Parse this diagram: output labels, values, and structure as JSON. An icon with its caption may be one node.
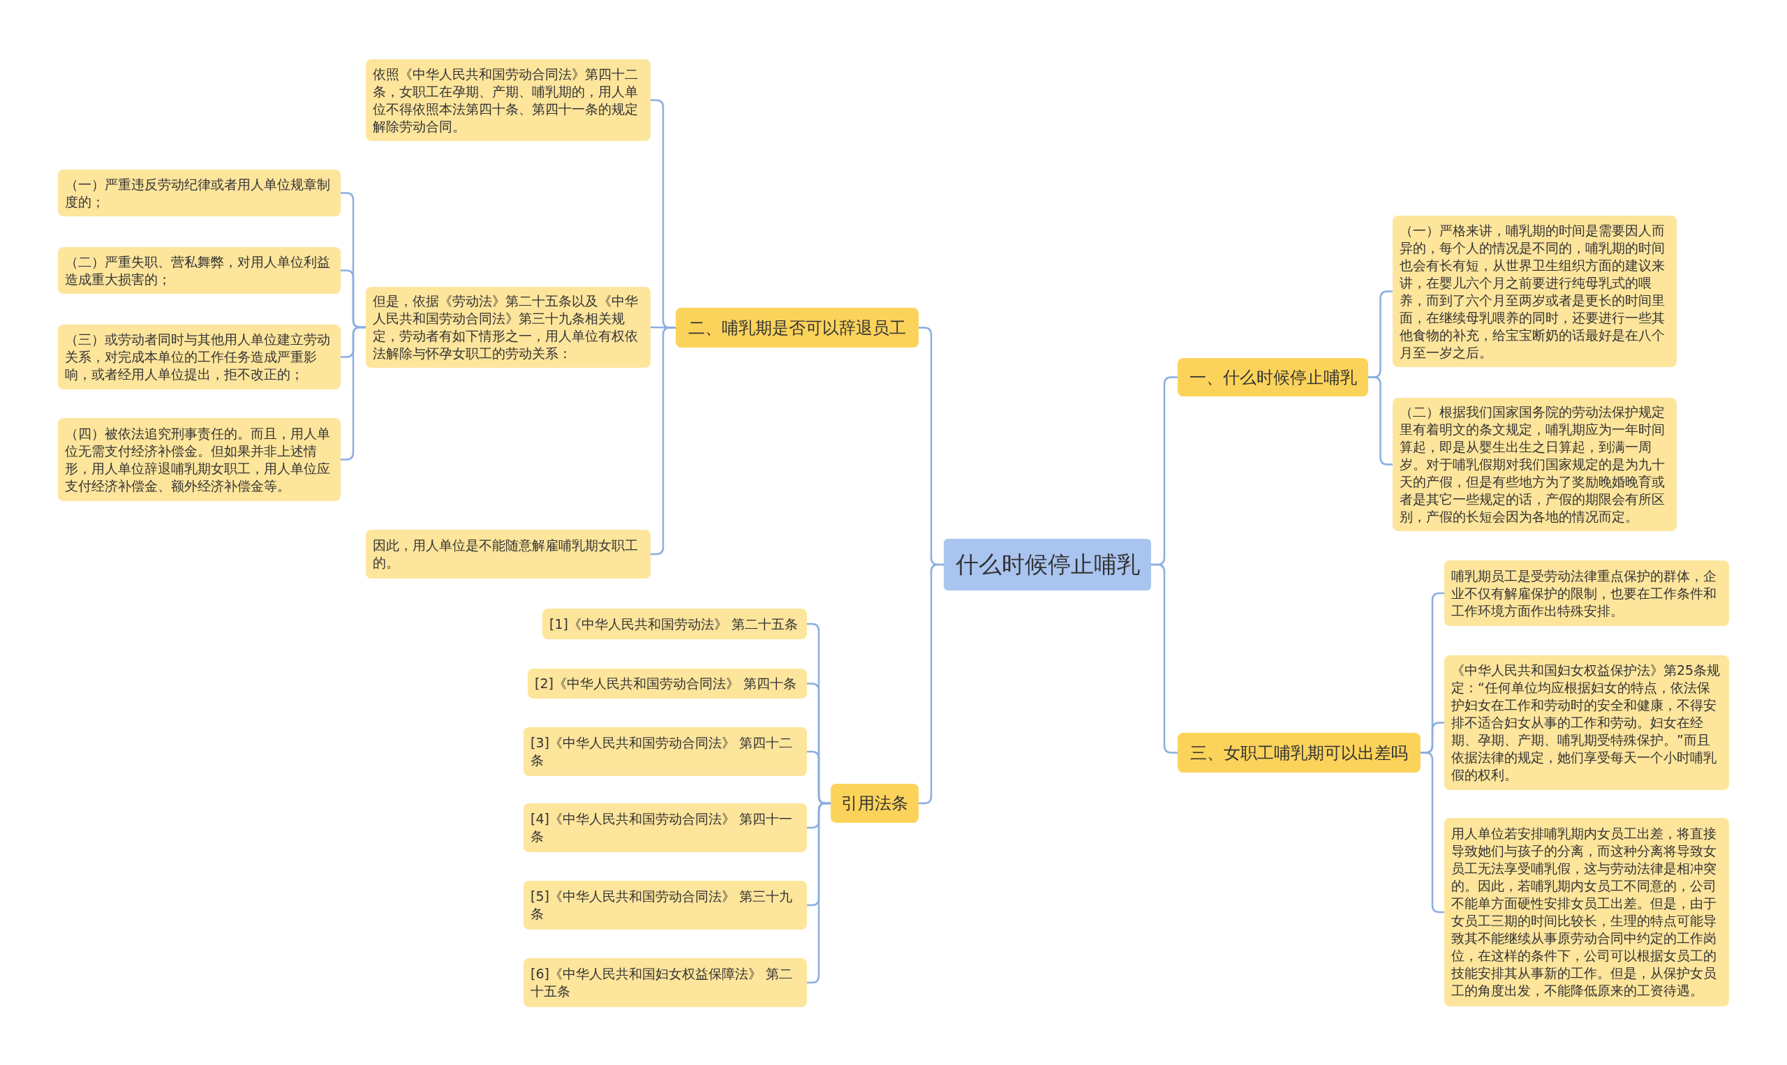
{
  "diagram": {
    "nodes": [
      {
        "text": [
          "什么时候停止哺乳"
        ]
      },
      {
        "text": [
          "一、什么时候停止哺乳"
        ]
      },
      {
        "text": [
          "（一）严格来讲，哺乳期的时间是需要因人而异的，每个人的情况是不同的，哺乳期的时间也会有长有短，从世界卫生组织方面的建议来讲，在婴儿六个月之前要进行纯母乳式的喂养，而到了六个月至两岁或者是更长的时间里面，在继续母乳喂养的同时，还要进行一些其他食物的补充，给宝宝断奶的话最好是在八个月至一岁之后。"
        ]
      },
      {
        "text": [
          "（二）根据我们国家国务院的劳动法保护规定里有着明文的条文规定，哺乳期应为一年时间算起，即是从婴生出生之日算起，到满一周岁。对于哺乳假期对我们国家规定的是为九十天的产假，但是有些地方为了奖励晚婚晚育或者是其它一些规定的话，产假的期限会有所区别，产假的长短会因为各地的情况而定。"
        ]
      },
      {
        "text": [
          "三、女职工哺乳期可以出差吗"
        ]
      },
      {
        "text": [
          "哺乳期员工是受劳动法律重点保护的群体，企业不仅有解雇保护的限制，也要在工作条件和工作环境方面作出特殊安排。"
        ]
      },
      {
        "text": [
          "《中华人民共和国妇女权益保护法》第25条规定：“任何单位均应根据妇女的特点，依法保护妇女在工作和劳动时的安全和健康，不得安排不适合妇女从事的工作和劳动。妇女在经期、孕期、产期、哺乳期受特殊保护。”而且依据法律的规定，她们享受每天一个小时哺乳假的权利。"
        ]
      },
      {
        "text": [
          "用人单位若安排哺乳期内女员工出差，将直接导致她们与孩子的分离，而这种分离将导致女员工无法享受哺乳假，这与劳动法律是相冲突的。因此，若哺乳期内女员工不同意的，公司不能单方面硬性安排女员工出差。但是，由于女员工三期的时间比较长，生理的特点可能导致其不能继续从事原劳动合同中约定的工作岗位，在这样的条件下，公司可以根据女员工的技能安排其从事新的工作。但是，从保护女员工的角度出发，不能降低原来的工资待遇。"
        ]
      },
      {
        "text": [
          "二、哺乳期是否可以辞退员工"
        ]
      },
      {
        "text": [
          "依照《中华人民共和国劳动合同法》第四十二条，女职工在孕期、产期、哺乳期的，用人单位不得依照本法第四十条、第四十一条的规定解除劳动合同。"
        ]
      },
      {
        "text": [
          "但是，依据《劳动法》第二十五条以及《中华人民共和国劳动合同法》第三十九条相关规定，劳动者有如下情形之一，用人单位有权依法解除与怀孕女职工的劳动关系："
        ]
      },
      {
        "text": [
          "（一）严重违反劳动纪律或者用人单位规章制度的；"
        ]
      },
      {
        "text": [
          "（二）严重失职、营私舞弊，对用人单位利益造成重大损害的；"
        ]
      },
      {
        "text": [
          "（三）或劳动者同时与其他用人单位建立劳动关系，对完成本单位的工作任务造成严重影响，或者经用人单位提出，拒不改正的；"
        ]
      },
      {
        "text": [
          "（四）被依法追究刑事责任的。而且，用人单位无需支付经济补偿金。但如果并非上述情形，用人单位辞退哺乳期女职工，用人单位应支付经济补偿金、额外经济补偿金等。"
        ]
      },
      {
        "text": [
          "因此，用人单位是不能随意解雇哺乳期女职工的。"
        ]
      },
      {
        "text": [
          "引用法条"
        ]
      },
      {
        "text": [
          "[1]《中华人民共和国劳动法》 第二十五条"
        ]
      },
      {
        "text": [
          "[2]《中华人民共和国劳动合同法》 第四十条"
        ]
      },
      {
        "text": [
          "[3]《中华人民共和国劳动合同法》 第四十二条"
        ]
      },
      {
        "text": [
          "[4]《中华人民共和国劳动合同法》 第四十一条"
        ]
      },
      {
        "text": [
          "[5]《中华人民共和国劳动合同法》 第三十九条"
        ]
      },
      {
        "text": [
          "[6]《中华人民共和国妇女权益保障法》 第二十五条"
        ]
      }
    ],
    "edges": [
      {
        "from": 0,
        "to": 1,
        "arrow": "none"
      },
      {
        "from": 1,
        "to": 2,
        "arrow": "none"
      },
      {
        "from": 1,
        "to": 3,
        "arrow": "none"
      },
      {
        "from": 0,
        "to": 4,
        "arrow": "none"
      },
      {
        "from": 4,
        "to": 5,
        "arrow": "none"
      },
      {
        "from": 4,
        "to": 6,
        "arrow": "none"
      },
      {
        "from": 4,
        "to": 7,
        "arrow": "none"
      },
      {
        "from": 0,
        "to": 8,
        "arrow": "none"
      },
      {
        "from": 8,
        "to": 9,
        "arrow": "none"
      },
      {
        "from": 8,
        "to": 10,
        "arrow": "none"
      },
      {
        "from": 10,
        "to": 11,
        "arrow": "none"
      },
      {
        "from": 10,
        "to": 12,
        "arrow": "none"
      },
      {
        "from": 10,
        "to": 13,
        "arrow": "none"
      },
      {
        "from": 10,
        "to": 14,
        "arrow": "none"
      },
      {
        "from": 8,
        "to": 15,
        "arrow": "none"
      },
      {
        "from": 0,
        "to": 16,
        "arrow": "none"
      },
      {
        "from": 16,
        "to": 17,
        "arrow": "none"
      },
      {
        "from": 16,
        "to": 18,
        "arrow": "none"
      },
      {
        "from": 16,
        "to": 19,
        "arrow": "none"
      },
      {
        "from": 16,
        "to": 20,
        "arrow": "none"
      },
      {
        "from": 16,
        "to": 21,
        "arrow": "none"
      },
      {
        "from": 16,
        "to": 22,
        "arrow": "none"
      }
    ]
  }
}
